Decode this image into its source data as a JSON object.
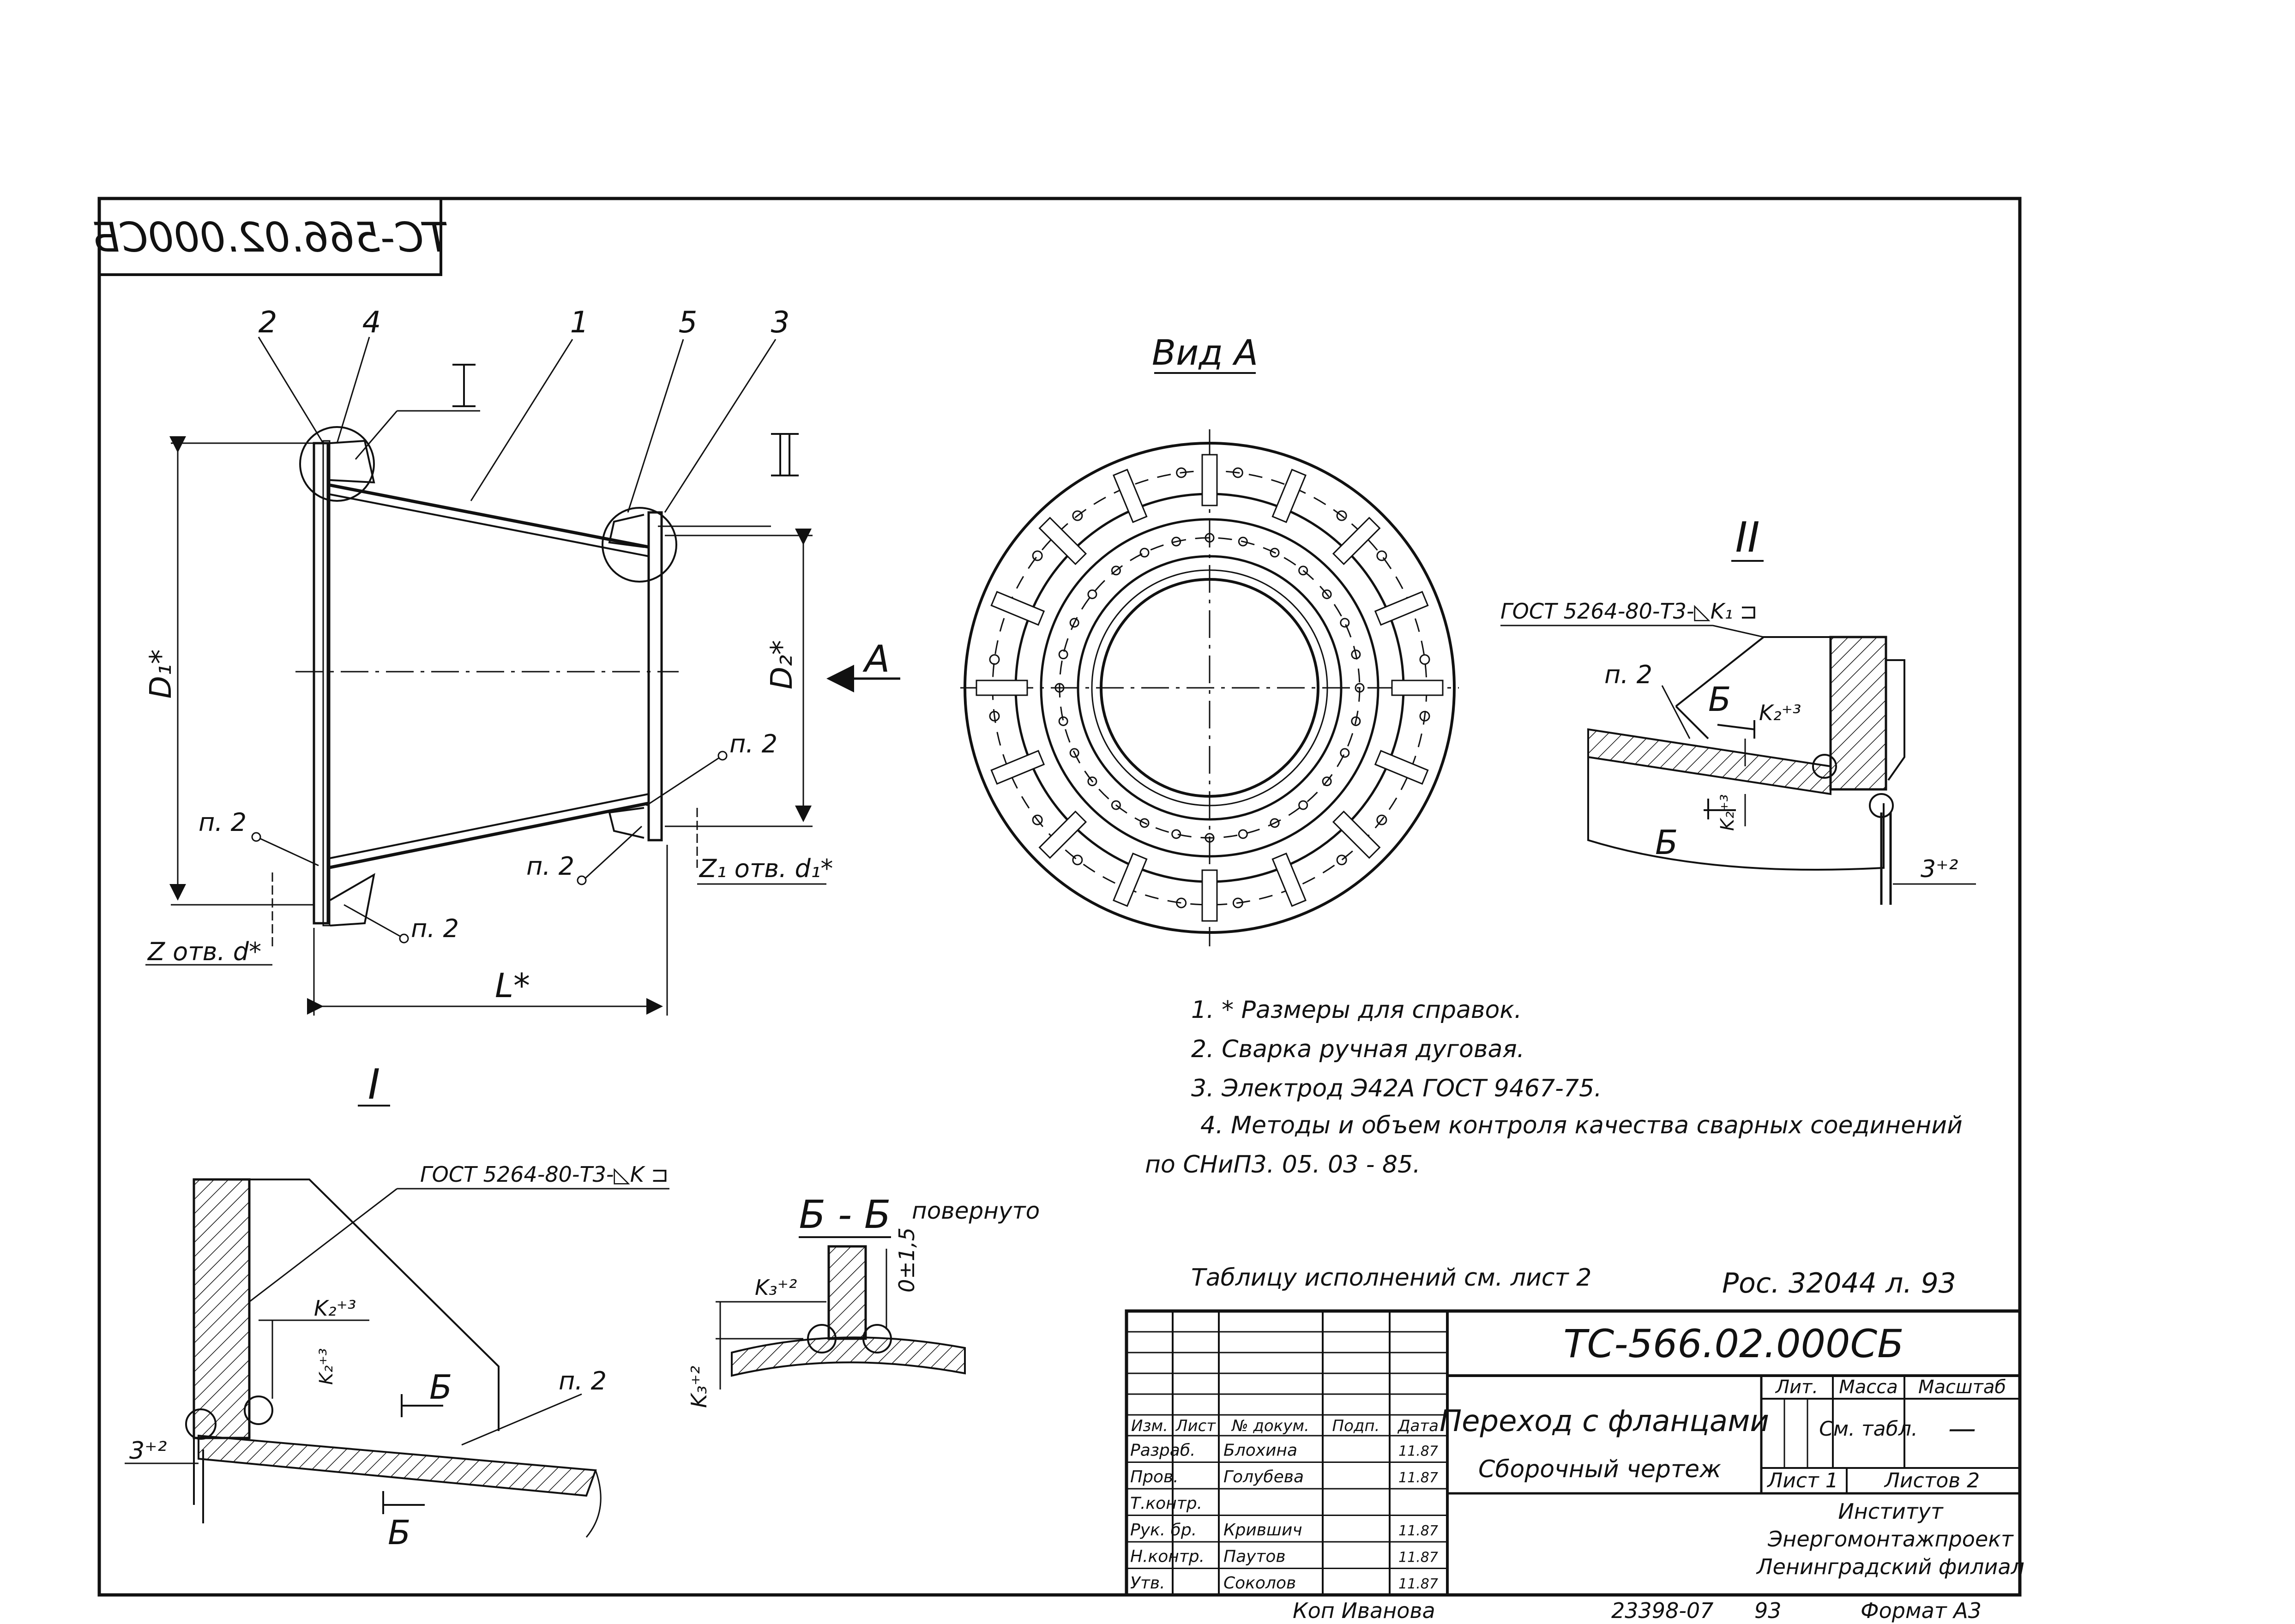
{
  "drawing": {
    "number": "ТС-566.02.000СБ",
    "number_mirrored": "ТС-566.02.000СБ",
    "title": "Переход с фланцами",
    "subtitle": "Сборочный чертеж",
    "institute": [
      "Институт",
      "Энергомонтажпроект",
      "Ленинградский филиал"
    ],
    "inventory": "Рос. 32044 л. 93",
    "copy_note": "Коп Иванова",
    "order_no": "23398-07",
    "sheet_count_extra": "93",
    "format": "Формат А3"
  },
  "views": {
    "view_a": "Вид А",
    "section_bb": "Б - Б",
    "section_bb_note": "повернуто",
    "detail_one": "I",
    "detail_two": "II",
    "arrow_a": "А"
  },
  "labels": {
    "pos1": "1",
    "pos2": "2",
    "pos3": "3",
    "pos4": "4",
    "pos5": "5",
    "d1": "D₁*",
    "d2": "D₂*",
    "length": "L*",
    "holes_z": "Z отв. d*",
    "holes_z1": "Z₁ отв. d₁*",
    "p2": "п. 2",
    "weld_k": "ГОСТ 5264-80-Т3-◺K ⊐",
    "weld_k1": "ГОСТ 5264-80-Т3-◺K₁ ⊐",
    "k2": "K₂⁺³",
    "k3": "K₃⁺²",
    "gap": "3⁺²",
    "thk": "0±1,5",
    "cut_b": "Б"
  },
  "notes": [
    "1. * Размеры для справок.",
    "2. Сварка ручная дуговая.",
    "3. Электрод Э42А ГОСТ 9467-75.",
    "4. Методы и объем контроля качества сварных соединений",
    "по СНиП3. 05. 03 - 85."
  ],
  "table_note": "Таблицу исполнений см. лист 2",
  "title_block": {
    "head": [
      "Изм.",
      "Лист",
      "№ докум.",
      "Подп.",
      "Дата"
    ],
    "rows": [
      {
        "role": "Разраб.",
        "name": "Блохина",
        "date": "11.87"
      },
      {
        "role": "Пров.",
        "name": "Голубева",
        "date": "11.87"
      },
      {
        "role": "Т.контр.",
        "name": "",
        "date": ""
      },
      {
        "role": "Рук. бр.",
        "name": "Крившич",
        "date": "11.87"
      },
      {
        "role": "Н.контр.",
        "name": "Паутов",
        "date": "11.87"
      },
      {
        "role": "Утв.",
        "name": "Соколов",
        "date": "11.87"
      }
    ],
    "lit": "Лит.",
    "mass": "Масса",
    "scale": "Масштаб",
    "mass_value": "См. табл.",
    "scale_value": "—",
    "sheet": "Лист 1",
    "sheets": "Листов 2"
  }
}
